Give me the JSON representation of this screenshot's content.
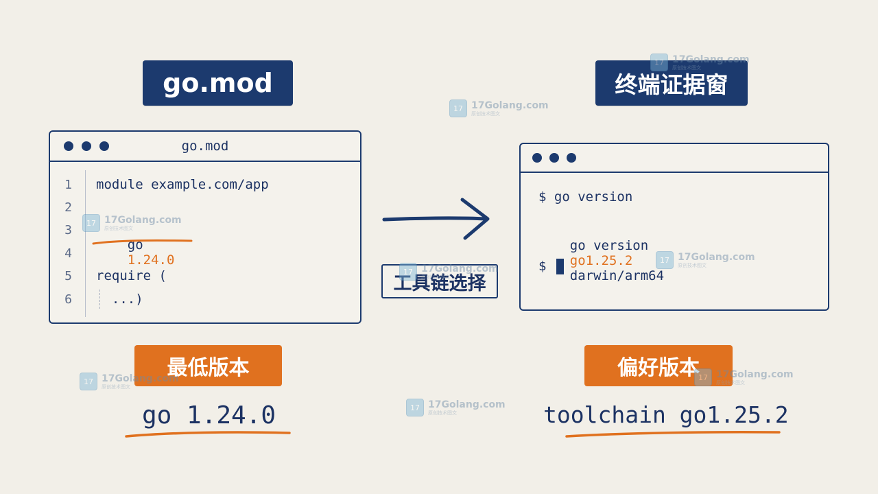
{
  "left": {
    "title": "go.mod",
    "window_title": "go.mod",
    "lines": [
      {
        "num": "1",
        "text": "module example.com/app"
      },
      {
        "num": "2",
        "text": ""
      },
      {
        "num": "3",
        "kw": "go",
        "version": "1.24.0"
      },
      {
        "num": "4",
        "text": ""
      },
      {
        "num": "5",
        "text": "require ("
      },
      {
        "num": "6",
        "text": "  ...)"
      }
    ],
    "label": "最低版本",
    "value": "go 1.24.0"
  },
  "middle": {
    "label": "工具链选择"
  },
  "right": {
    "title": "终端证据窗",
    "lines": {
      "cmd": "$ go version",
      "out_prefix": "go version",
      "out_version": "go1.25.2",
      "out_suffix": "darwin/arm64",
      "prompt": "$"
    },
    "label": "偏好版本",
    "value": "toolchain go1.25.2"
  },
  "watermark": {
    "text": "17Golang.com",
    "sub": "原创技术图文",
    "logo": "17"
  },
  "colors": {
    "navy": "#1c3a6e",
    "orange": "#e0711f",
    "background": "#f2efe8"
  }
}
